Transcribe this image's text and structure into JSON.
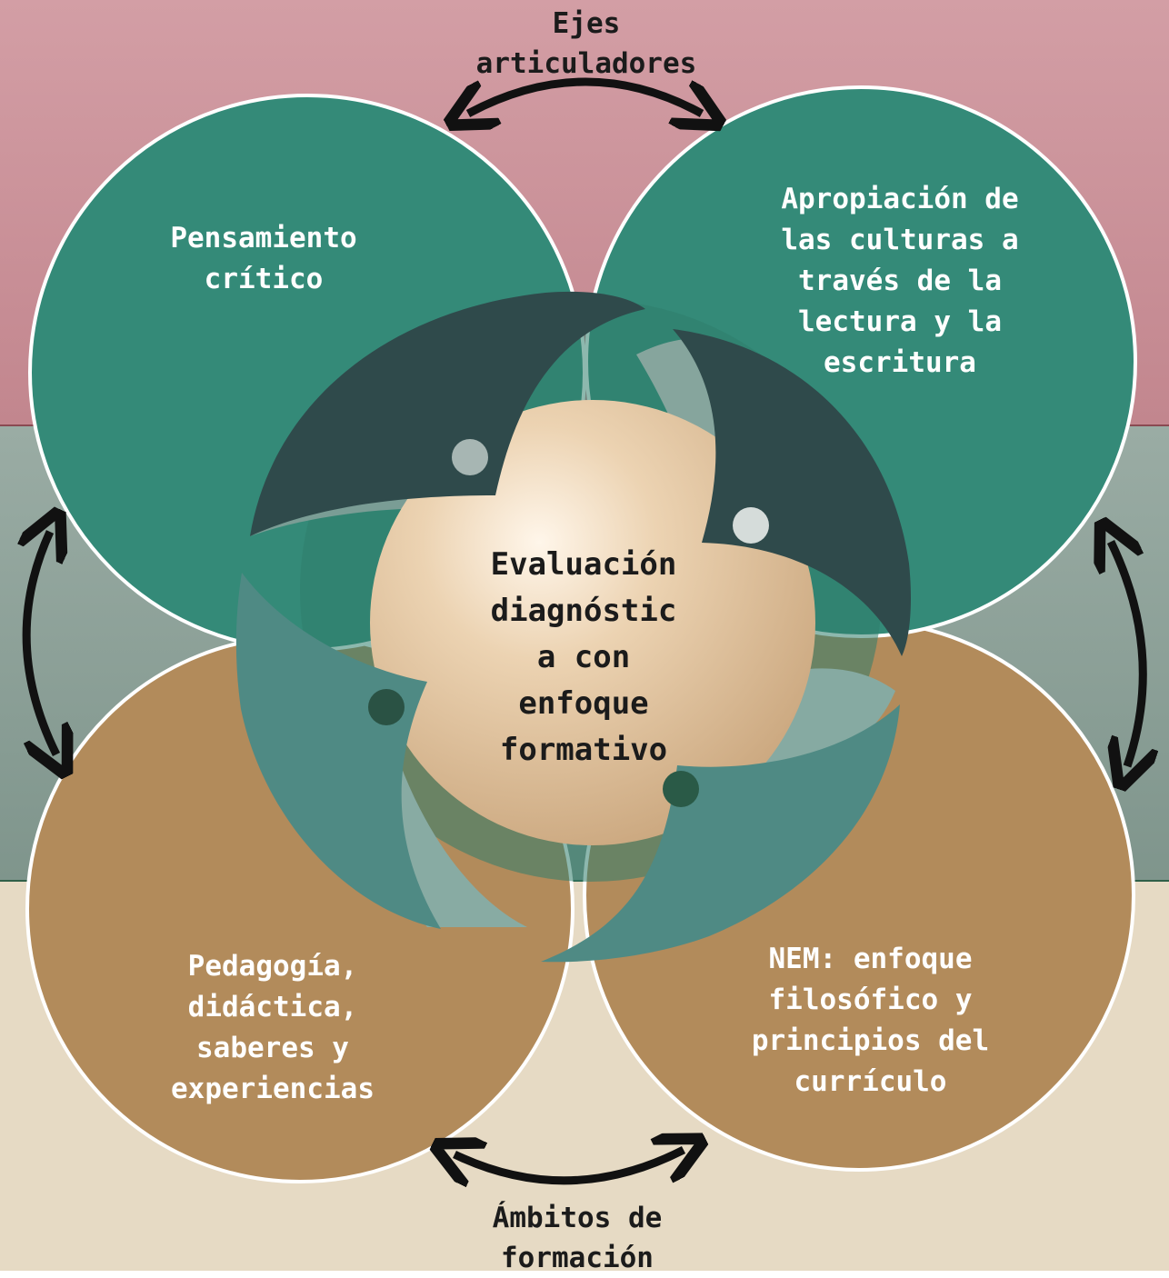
{
  "top_label": "Ejes\narticuladores",
  "bottom_label": "Ámbitos de\nformación",
  "center_label": "Evaluación\ndiagnóstic\na con\nenfoque\nformativo",
  "circles": {
    "top_left": "Pensamiento\ncrítico",
    "top_right": "Apropiación de\nlas culturas a\ntravés de la\nlectura y la\nescritura",
    "bottom_left": "Pedagogía,\ndidáctica,\nsaberes y\nexperiencias",
    "bottom_right": "NEM: enfoque\nfilosófico y\nprincipios del\ncurrículo"
  },
  "colors": {
    "band_top": "#cc959c",
    "band_mid": "#8ea198",
    "band_bottom": "#e6dac4",
    "circle_green": "#348a78",
    "circle_brown": "#b28b5b",
    "petal_dark": "#2f4a4b",
    "petal_teal": "#4f8a84",
    "sphere": "#e5c9a3"
  },
  "icons": [
    "double-arrow-icon",
    "double-arrow-icon",
    "double-arrow-icon",
    "double-arrow-icon"
  ]
}
